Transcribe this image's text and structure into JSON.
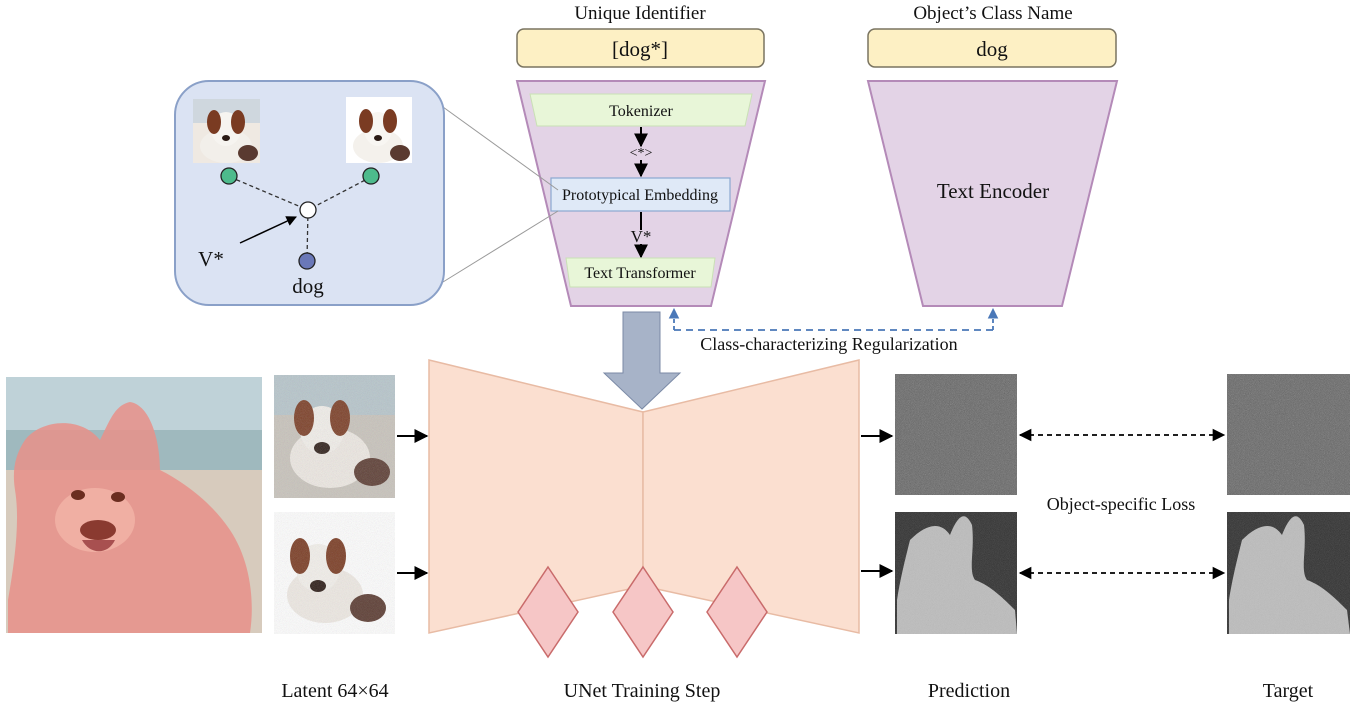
{
  "headers": {
    "unique_identifier": "Unique Identifier",
    "class_name": "Object’s Class Name"
  },
  "tokens": {
    "unique": "[dog*]",
    "class": "dog"
  },
  "encoder_left": {
    "tokenizer": "Tokenizer",
    "token_symbol": "<*>",
    "prototypical_embedding": "Prototypical Embedding",
    "v_star": "V*",
    "text_transformer": "Text Transformer"
  },
  "encoder_right": {
    "label": "Text Encoder"
  },
  "inset": {
    "v_star": "V*",
    "dog": "dog"
  },
  "regularization_label": "Class-characterizing Regularization",
  "loss_label": "Object-specific Loss",
  "bottom_labels": {
    "latent": "Latent 64×64",
    "unet": "UNet Training Step",
    "prediction": "Prediction",
    "target": "Target"
  },
  "colors": {
    "token_box_fill": "#fdf0c4",
    "encoder_fill": "#e3d3e6",
    "encoder_stroke": "#b48ab8",
    "green_box": "#e8f6d8",
    "blue_box": "#dfe9f7",
    "inset_fill": "#dbe3f3",
    "inset_stroke": "#8aa0c8",
    "unet_fill": "#fbdfd0",
    "unet_stroke": "#e8bba4",
    "diamond_fill": "#f6c6c6",
    "diamond_stroke": "#c96b6b",
    "teal_node": "#4dbb8c",
    "navy_node": "#6a78b8",
    "dashed_blue": "#4a78b8",
    "big_arrow": "#a7b3c8",
    "dog_overlay": "#e8908a"
  }
}
